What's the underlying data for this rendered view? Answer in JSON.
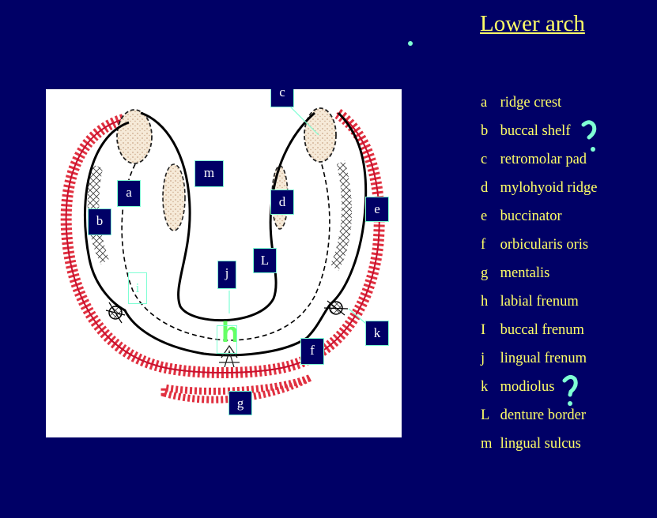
{
  "title": "Lower arch",
  "legend": [
    {
      "key": "a",
      "text": "ridge crest"
    },
    {
      "key": "b",
      "text": "buccal shelf"
    },
    {
      "key": "c",
      "text": "retromolar pad"
    },
    {
      "key": "d",
      "text": "mylohyoid ridge"
    },
    {
      "key": "e",
      "text": "buccinator"
    },
    {
      "key": "f",
      "text": "orbicularis oris"
    },
    {
      "key": "g",
      "text": "mentalis"
    },
    {
      "key": "h",
      "text": "labial frenum"
    },
    {
      "key": "I",
      "text": "buccal frenum"
    },
    {
      "key": "j",
      "text": "lingual frenum"
    },
    {
      "key": "k",
      "text": "modiolus"
    },
    {
      "key": "L",
      "text": "denture border"
    },
    {
      "key": "m",
      "text": "lingual sulcus"
    }
  ],
  "diagram_labels": {
    "a": "a",
    "b": "b",
    "c": "c",
    "d": "d",
    "e": "e",
    "f": "f",
    "g": "g",
    "h": "h",
    "i": "i",
    "j": "j",
    "k": "k",
    "L": "L",
    "m": "m"
  },
  "colors": {
    "background": "#000066",
    "text": "#ffff66",
    "accent": "#7fffd4",
    "muscle": "#e03040",
    "highlight": "#66ff66"
  },
  "icons": [
    "question-mark-icon",
    "question-mark-icon"
  ]
}
